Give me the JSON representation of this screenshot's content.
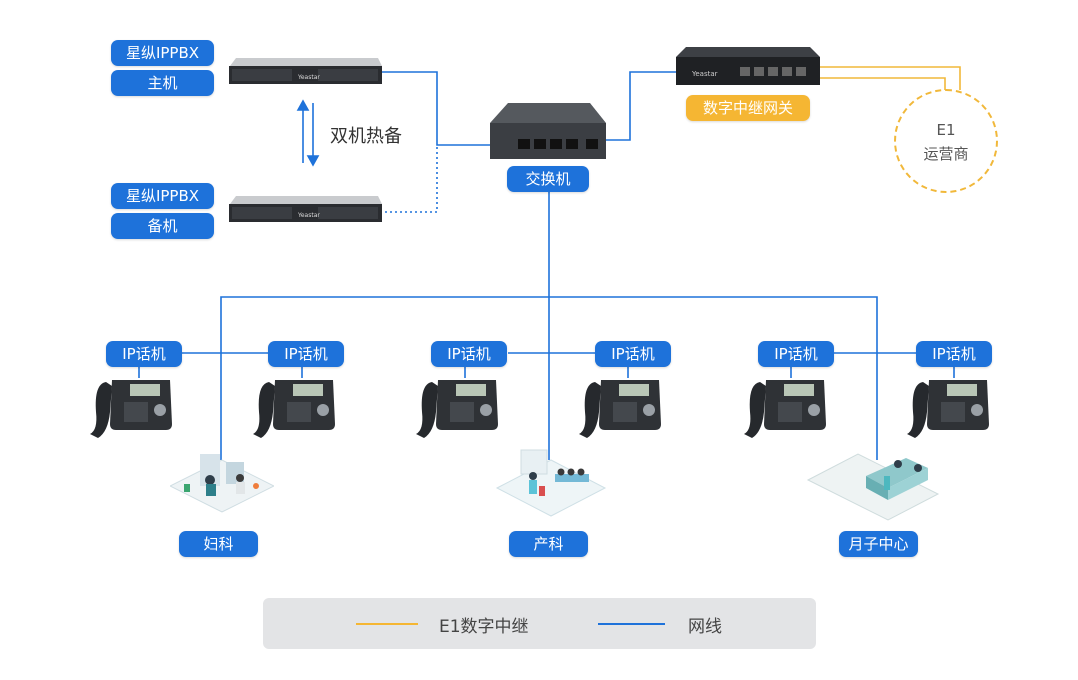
{
  "servers": {
    "main_line1": "星纵IPPBX",
    "main_line2": "主机",
    "backup_line1": "星纵IPPBX",
    "backup_line2": "备机",
    "hot_standby": "双机热备",
    "brand": "Yeastar"
  },
  "switch": {
    "label": "交换机"
  },
  "gateway": {
    "label": "数字中继网关",
    "brand": "Yeastar"
  },
  "carrier": {
    "line1": "E1",
    "line2": "运营商"
  },
  "phones": {
    "label": "IP话机",
    "count": 6
  },
  "departments": [
    {
      "label": "妇科",
      "illustration": "gynecology-room-illustration"
    },
    {
      "label": "产科",
      "illustration": "obstetrics-room-illustration"
    },
    {
      "label": "月子中心",
      "illustration": "postnatal-center-illustration"
    }
  ],
  "legend": {
    "e1_label": "E1数字中继",
    "net_label": "网线"
  },
  "colors": {
    "network": "#1e72da",
    "e1": "#f5b633",
    "tag_blue": "#1e72da",
    "tag_yellow": "#f5b633"
  }
}
